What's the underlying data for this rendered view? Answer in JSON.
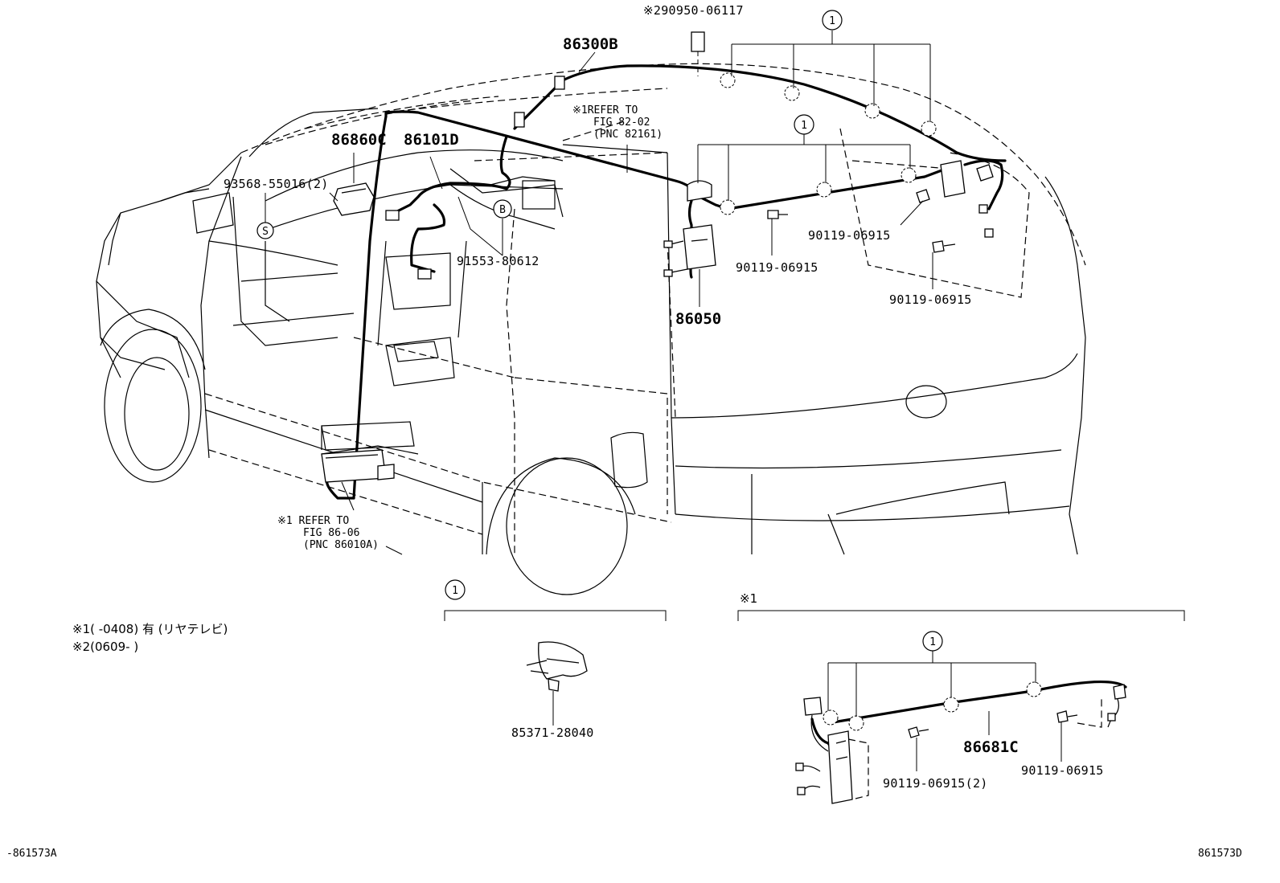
{
  "parts": {
    "roof_harness": "86300B",
    "note_ref_290950": "※290950-06117",
    "harness_86860C": "86860C",
    "harness_86101D": "86101D",
    "screw_93568": "93568-55016(2)",
    "bolt_91553": "91553-80612",
    "unit_86050": "86050",
    "bolt_rear_1": "90119-06915",
    "bolt_rear_2": "90119-06915",
    "bolt_rear_3": "90119-06915",
    "clamp_85371": "85371-28040",
    "harness_86681C": "86681C",
    "bolt_detail_1": "90119-06915(2)",
    "bolt_detail_2": "90119-06915"
  },
  "refs": {
    "fig82_line1": "※1REFER TO",
    "fig82_line2": "FIG 82-02",
    "fig82_line3": "(PNC 82161)",
    "fig86_line1": "※1 REFER TO",
    "fig86_line2": "FIG 86-06",
    "fig86_line3": "(PNC 86010A)"
  },
  "markers": {
    "one": "1",
    "s": "S",
    "b": "B"
  },
  "notes": {
    "note1": "※1(    -0408) 有 (リヤテレビ)",
    "note2": "※2(0609-    )",
    "detail_tag": "※1"
  },
  "footer": {
    "left_code": "-861573A",
    "right_code": "861573D"
  }
}
